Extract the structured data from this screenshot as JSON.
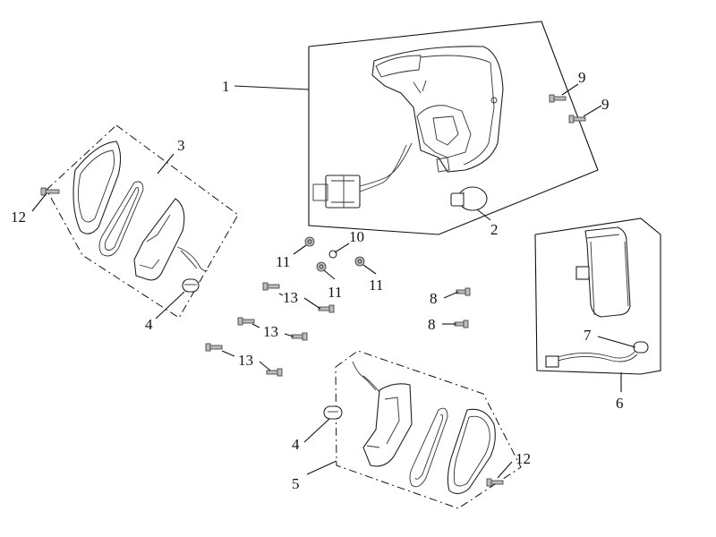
{
  "labels": {
    "l1": "1",
    "l2": "2",
    "l3": "3",
    "l4a": "4",
    "l4b": "4",
    "l5": "5",
    "l6": "6",
    "l7": "7",
    "l8a": "8",
    "l8b": "8",
    "l9a": "9",
    "l9b": "9",
    "l10": "10",
    "l11a": "11",
    "l11b": "11",
    "l11c": "11",
    "l12a": "12",
    "l12b": "12",
    "l13a": "13",
    "l13b": "13",
    "l13c": "13"
  }
}
